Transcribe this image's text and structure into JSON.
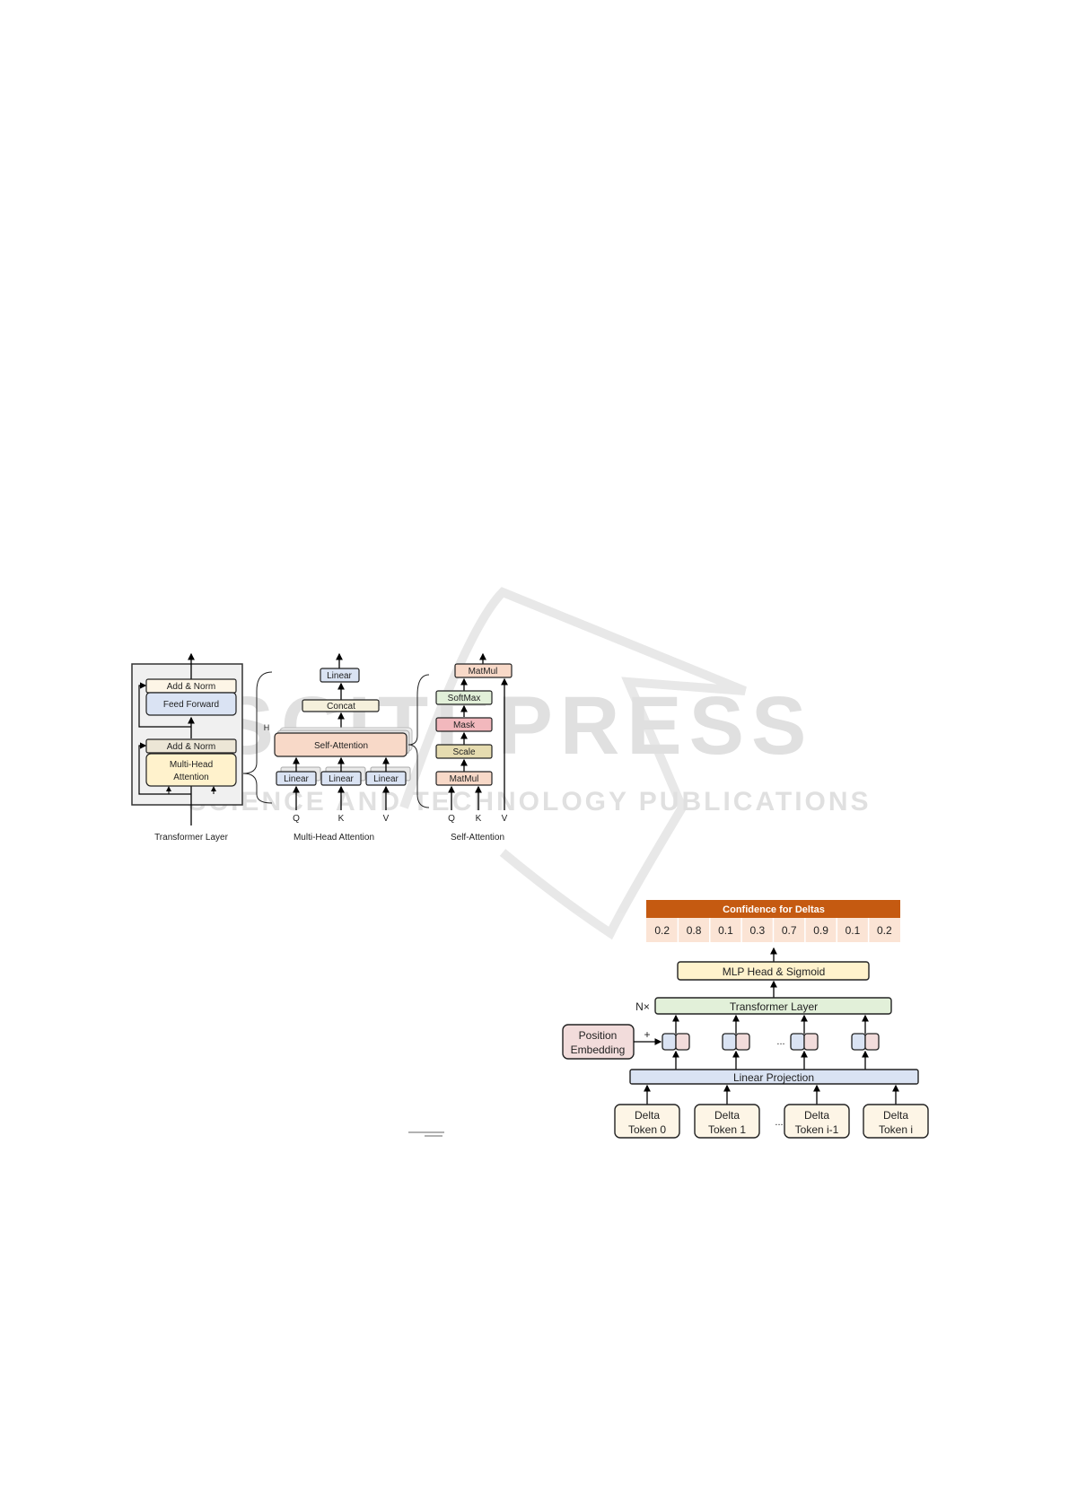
{
  "watermark": {
    "title": "SCITEPRESS",
    "subtitle": "SCIENCE AND TECHNOLOGY PUBLICATIONS"
  },
  "transformer_layer": {
    "caption": "Transformer Layer",
    "add_norm_top": "Add & Norm",
    "feed_forward": "Feed Forward",
    "add_norm_bottom": "Add & Norm",
    "mha_line1": "Multi-Head",
    "mha_line2": "Attention"
  },
  "multi_head_attention": {
    "caption": "Multi-Head Attention",
    "linear_top": "Linear",
    "concat": "Concat",
    "heads_label": "H",
    "self_attention": "Self-Attention",
    "linears": [
      "Linear",
      "Linear",
      "Linear"
    ],
    "inputs": [
      "Q",
      "K",
      "V"
    ]
  },
  "self_attention": {
    "caption": "Self-Attention",
    "matmul_top": "MatMul",
    "softmax": "SoftMax",
    "mask": "Mask",
    "scale": "Scale",
    "matmul_bottom": "MatMul",
    "inputs": [
      "Q",
      "K",
      "V"
    ]
  },
  "delta_model": {
    "confidence_header": "Confidence for Deltas",
    "confidences": [
      "0.2",
      "0.8",
      "0.1",
      "0.3",
      "0.7",
      "0.9",
      "0.1",
      "0.2"
    ],
    "mlp_head": "MLP Head & Sigmoid",
    "repeat_label": "N×",
    "transformer_layer": "Transformer Layer",
    "position_embedding_line1": "Position",
    "position_embedding_line2": "Embedding",
    "plus": "+",
    "ellipsis": "...",
    "linear_projection": "Linear Projection",
    "tokens": [
      {
        "line1": "Delta",
        "line2": "Token 0"
      },
      {
        "line1": "Delta",
        "line2": "Token 1"
      },
      {
        "line1": "Delta",
        "line2": "Token i-1"
      },
      {
        "line1": "Delta",
        "line2": "Token i"
      }
    ]
  },
  "colors": {
    "header": "#c55a11",
    "cells": "#fbe4d5",
    "blue": "#dae3f3",
    "yellow": "#fff2cc",
    "green": "#e2f0d9",
    "pink": "#f2dcdb"
  }
}
